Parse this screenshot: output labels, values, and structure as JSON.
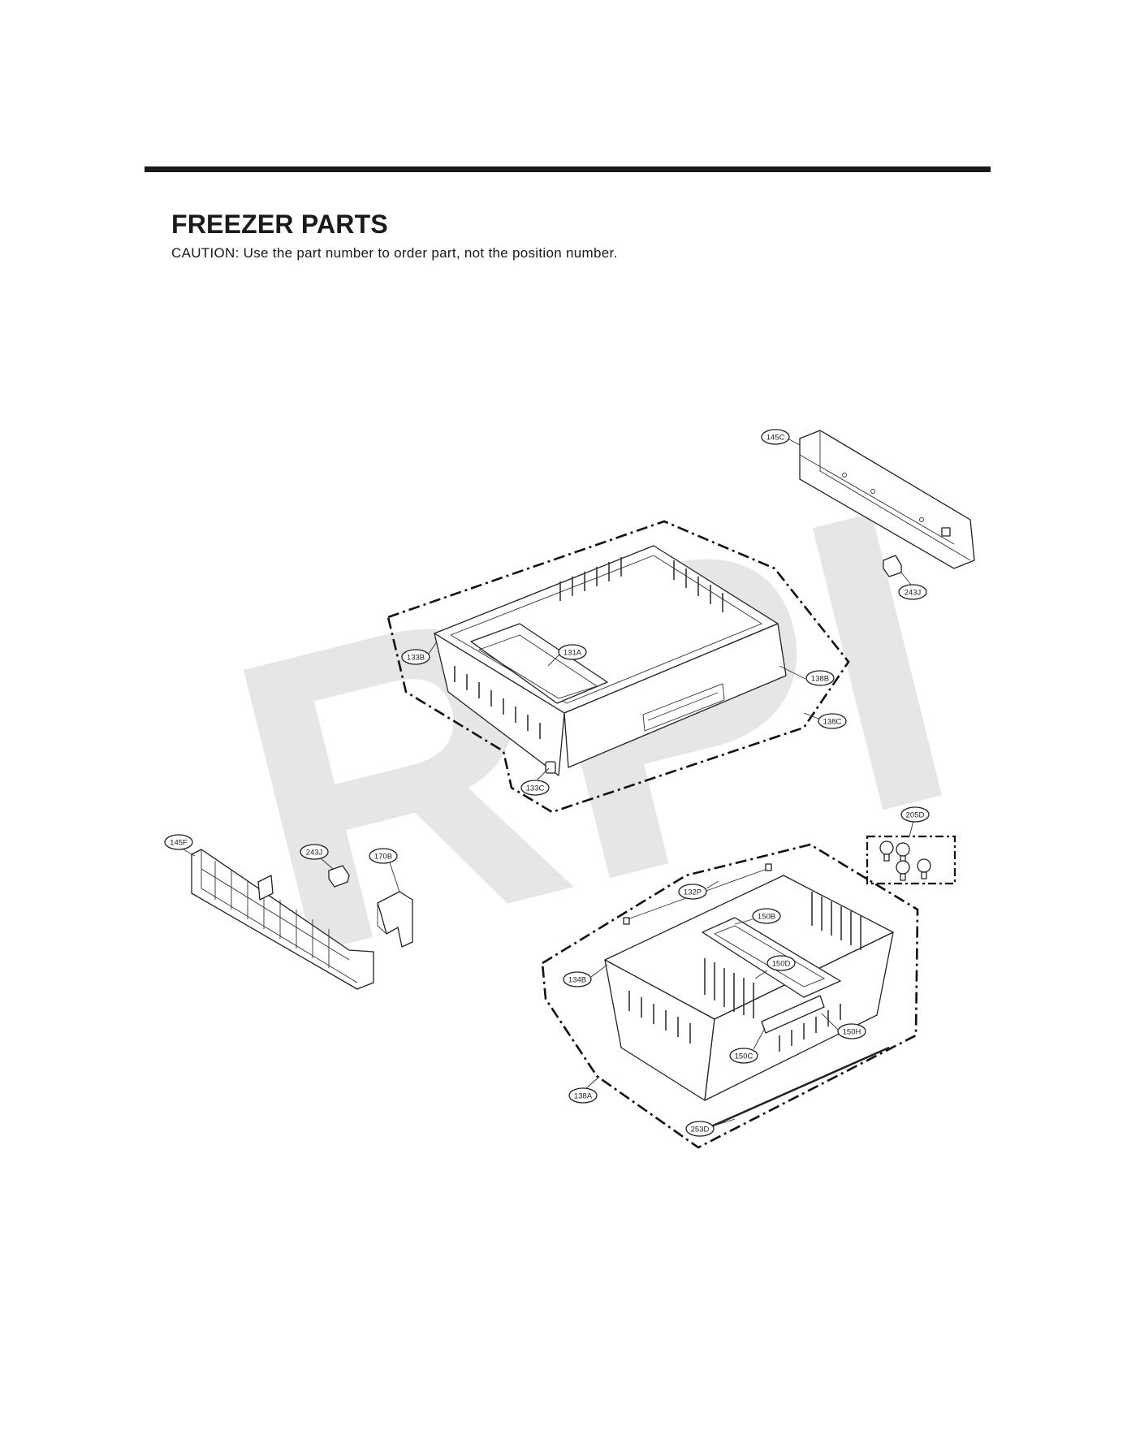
{
  "header": {
    "title": "FREEZER PARTS",
    "caution": "CAUTION: Use the part number to order part, not the position number."
  },
  "watermark": "RPI",
  "callouts": {
    "p145C": "145C",
    "p243J_top": "243J",
    "p133B": "133B",
    "p131A": "131A",
    "p138B": "138B",
    "p138C": "138C",
    "p133C": "133C",
    "p205D": "205D",
    "p145F": "145F",
    "p243J_left": "243J",
    "p170B": "170B",
    "p132P": "132P",
    "p150B": "150B",
    "p150D": "150D",
    "p134B": "134B",
    "p150H": "150H",
    "p150C": "150C",
    "p138A": "138A",
    "p253D": "253D"
  },
  "colors": {
    "ink": "#1a1a1a",
    "watermark": "#e6e6e6",
    "paper": "#ffffff"
  }
}
